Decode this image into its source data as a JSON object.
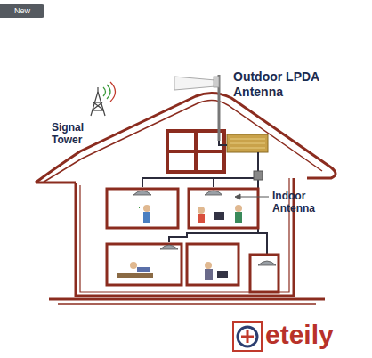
{
  "diagram": {
    "nodes": [
      {
        "text": [
          "New"
        ]
      }
    ],
    "labels": [
      "Outdoor LPDA Antenna",
      "Signal Tower",
      "Indoor Antenna",
      "eteily"
    ]
  }
}
